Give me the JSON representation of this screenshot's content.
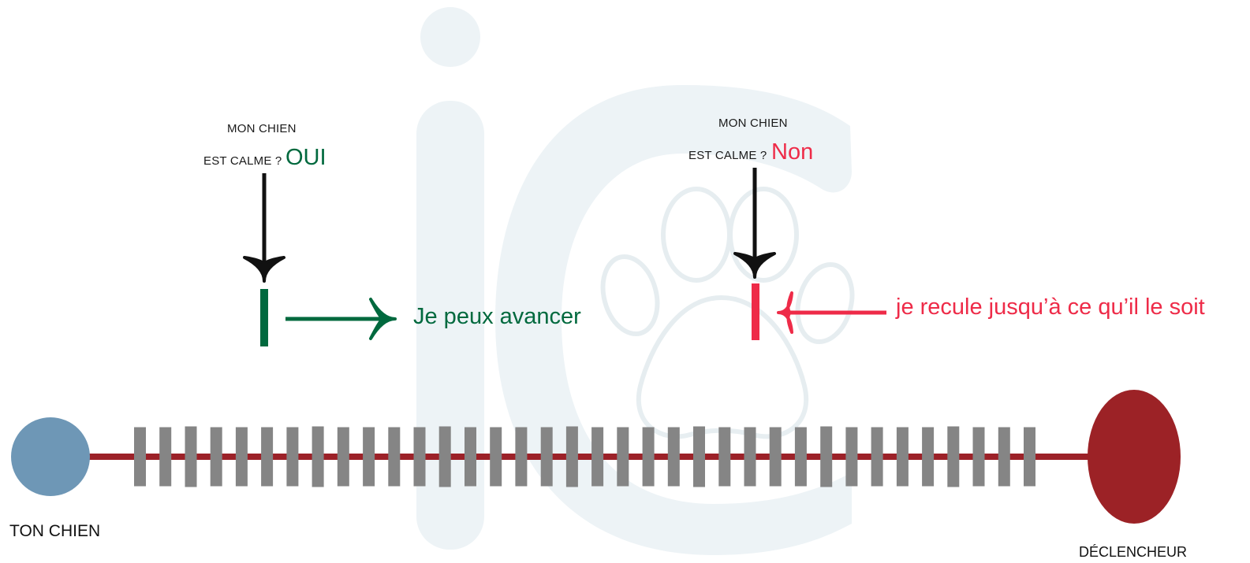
{
  "question_left": {
    "line1": "MON CHIEN",
    "line2": "EST CALME ?",
    "answer": "OUI"
  },
  "question_right": {
    "line1": "MON CHIEN",
    "line2": "EST CALME ?",
    "answer": "Non"
  },
  "action_advance": "Je peux avancer",
  "action_retreat": "je recule jusqu’à ce qu’il le soit",
  "endpoint_dog": "TON CHIEN",
  "endpoint_trigger": "DÉCLENCHEUR",
  "colors": {
    "go": "#00693e",
    "stop": "#ee2b48",
    "track_line": "#9c2128",
    "ties": "#858585",
    "dog": "#6e97b6",
    "trigger": "#9c2226",
    "watermark": "#edf3f6",
    "arrow": "#111111"
  }
}
